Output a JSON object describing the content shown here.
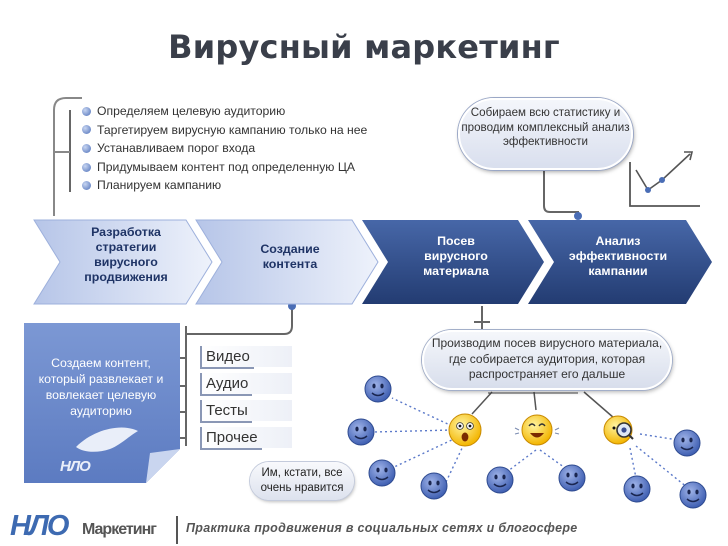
{
  "title": "Вирусный маркетинг",
  "planning_steps": [
    "Определяем целевую аудиторию",
    "Таргетируем вирусную кампанию только на нее",
    "Устанавливаем порог входа",
    "Придумываем контент под определенную ЦА",
    "Планируем кампанию"
  ],
  "analytics_note": "Собираем всю статистику и проводим комплексный анализ эффективности",
  "stages": [
    "Разработка стратегии вирусного продвижения",
    "Создание контента",
    "Посев вирусного материала",
    "Анализ эффективности кампании"
  ],
  "content_note": "Создаем контент, который развлекает и вовлекает целевую аудиторию",
  "content_logo": "НЛО",
  "content_types": [
    "Видео",
    "Аудио",
    "Тесты",
    "Прочее"
  ],
  "seeding_note": "Производим посев вирусного материала, где собирается аудитория, которая распространяет его дальше",
  "aside_note": "Им, кстати, все очень нравится",
  "logo_main": "НЛО",
  "logo_sub": "Маркетинг",
  "tagline": "Практика продвижения в социальных сетях и блогосфере",
  "colors": {
    "dark_blue": "#2f4c88",
    "light_blue": "#6d8cca",
    "face_blue": "#5b79c9",
    "face_yellow": "#ffd21c"
  }
}
